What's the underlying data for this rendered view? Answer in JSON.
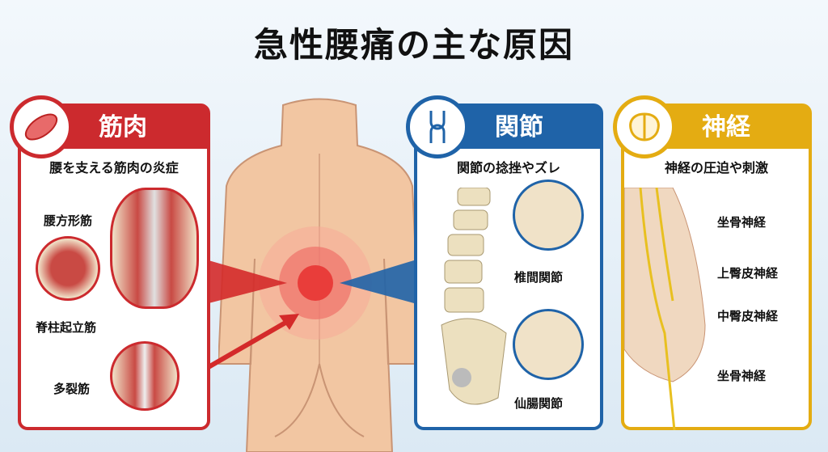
{
  "title": "急性腰痛の主な原因",
  "panels": {
    "muscle": {
      "heading": "筋肉",
      "subtitle": "腰を支える筋肉の炎症",
      "labels": [
        "腰方形筋",
        "脊柱起立筋",
        "多裂筋"
      ],
      "color": "#cc2a2e",
      "icon": "muscle-icon"
    },
    "joint": {
      "heading": "関節",
      "subtitle": "関節の捻挫やズレ",
      "labels": [
        "椎間関節",
        "仙腸関節"
      ],
      "color": "#1f63a8",
      "icon": "joint-icon"
    },
    "nerve": {
      "heading": "神経",
      "subtitle": "神経の圧迫や刺激",
      "labels": [
        "坐骨神経",
        "上臀皮神経",
        "中臀皮神経",
        "坐骨神経"
      ],
      "color": "#e4ac12",
      "icon": "brain-icon"
    }
  }
}
